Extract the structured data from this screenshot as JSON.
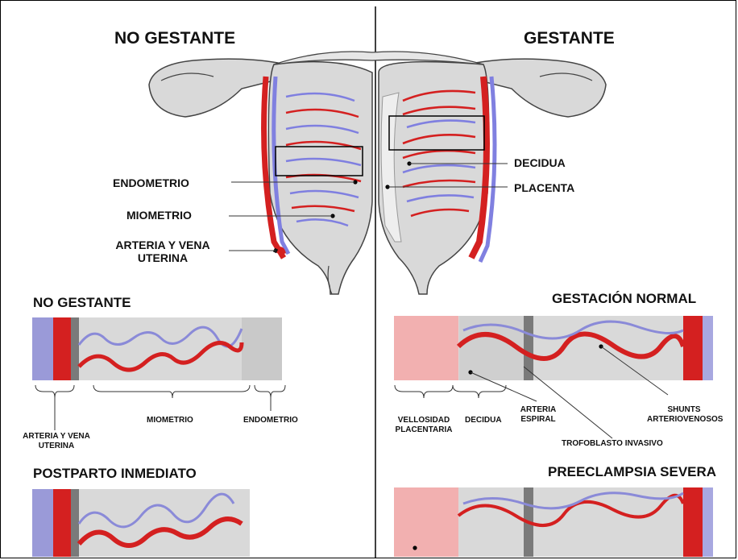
{
  "top": {
    "left_title": "NO GESTANTE",
    "right_title": "GESTANTE",
    "left_labels": [
      "ENDOMETRIO",
      "MIOMETRIO",
      "ARTERIA Y VENA",
      "UTERINA"
    ],
    "right_labels": [
      "DECIDUA",
      "PLACENTA"
    ]
  },
  "panels": {
    "no_gestante": {
      "title": "NO GESTANTE",
      "labels": [
        "ARTERIA Y VENA",
        "UTERINA",
        "MIOMETRIO",
        "ENDOMETRIO"
      ]
    },
    "gestacion_normal": {
      "title": "GESTACIÓN NORMAL",
      "labels": [
        "VELLOSIDAD",
        "PLACENTARIA",
        "DECIDUA",
        "ARTERIA",
        "ESPIRAL",
        "TROFOBLASTO INVASIVO",
        "SHUNTS",
        "ARTERIOVENOSOS"
      ]
    },
    "postparto": {
      "title": "POSTPARTO INMEDIATO"
    },
    "preeclampsia": {
      "title": "PREECLAMPSIA SEVERA"
    }
  },
  "colors": {
    "artery": "#d42020",
    "vein": "#7f7fe0",
    "tissue": "#d9d9d9",
    "outline": "#555555",
    "villi": "#f2b0b0"
  }
}
